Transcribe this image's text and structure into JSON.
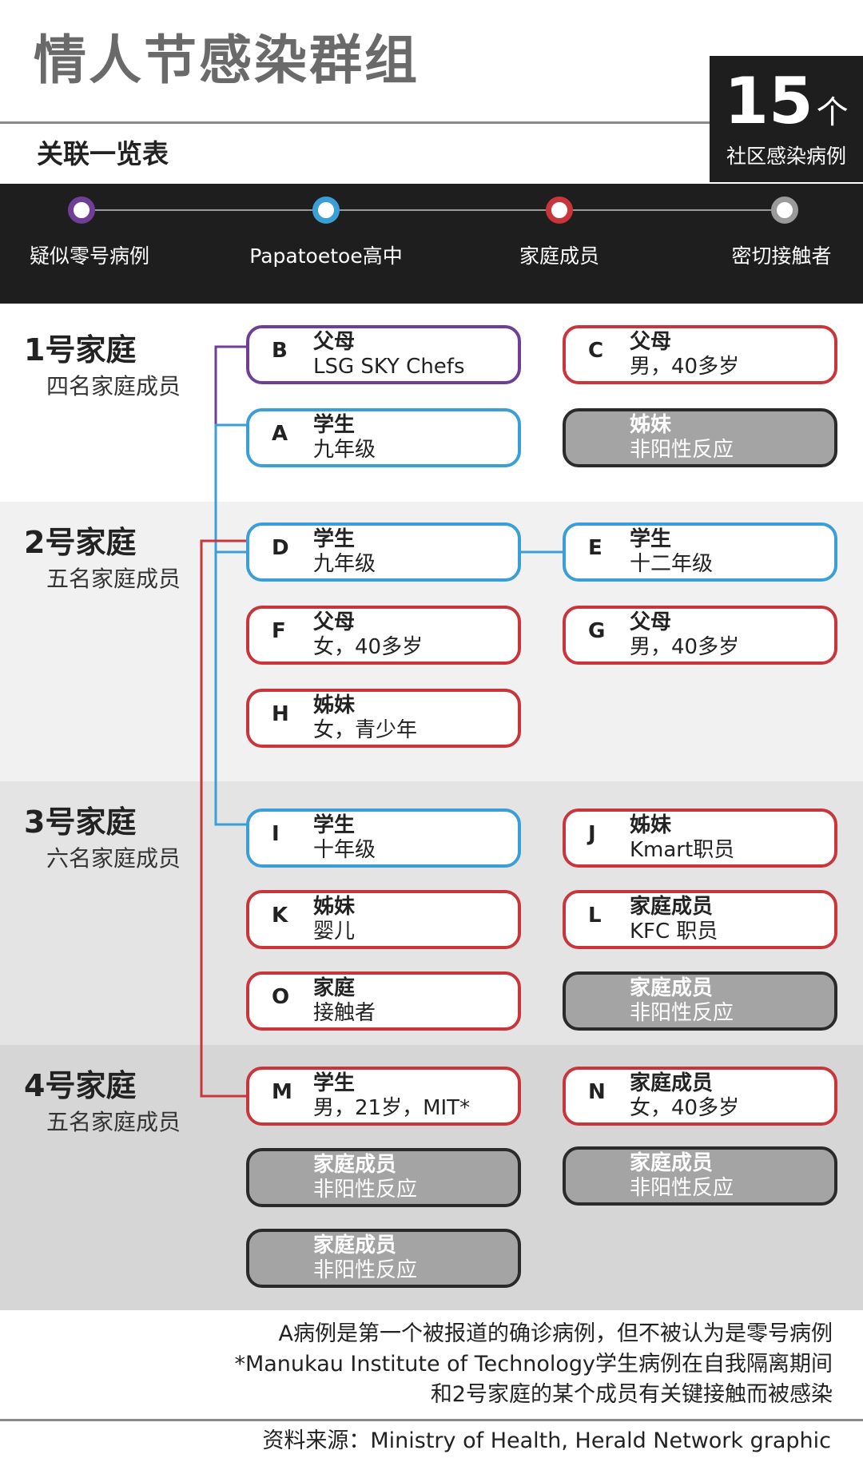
{
  "header": {
    "title": "情人节感染群组",
    "subtitle": "关联一览表",
    "count": "15",
    "count_unit": "个",
    "count_label": "社区感染病例"
  },
  "legend": [
    {
      "label": "疑似零号病例",
      "color": "#6f3f98"
    },
    {
      "label": "Papatoetoe高中",
      "color": "#3a9fd6"
    },
    {
      "label": "家庭成员",
      "color": "#c8353a"
    },
    {
      "label": "密切接触者",
      "color": "#9a9a9a"
    }
  ],
  "families": [
    {
      "title": "1号家庭",
      "subtitle": "四名家庭成员"
    },
    {
      "title": "2号家庭",
      "subtitle": "五名家庭成员"
    },
    {
      "title": "3号家庭",
      "subtitle": "六名家庭成员"
    },
    {
      "title": "4号家庭",
      "subtitle": "五名家庭成员"
    }
  ],
  "cards": {
    "B": {
      "letter": "B",
      "role": "父母",
      "detail": "LSG SKY Chefs",
      "color": "purple"
    },
    "C": {
      "letter": "C",
      "role": "父母",
      "detail": "男，40多岁",
      "color": "red"
    },
    "A": {
      "letter": "A",
      "role": "学生",
      "detail": "九年级",
      "color": "blue"
    },
    "g1": {
      "letter": "",
      "role": "姊妹",
      "detail": "非阳性反应",
      "color": "grey"
    },
    "D": {
      "letter": "D",
      "role": "学生",
      "detail": "九年级",
      "color": "blue"
    },
    "E": {
      "letter": "E",
      "role": "学生",
      "detail": "十二年级",
      "color": "blue"
    },
    "F": {
      "letter": "F",
      "role": "父母",
      "detail": "女，40多岁",
      "color": "red"
    },
    "G": {
      "letter": "G",
      "role": "父母",
      "detail": "男，40多岁",
      "color": "red"
    },
    "H": {
      "letter": "H",
      "role": "姊妹",
      "detail": "女，青少年",
      "color": "red"
    },
    "I": {
      "letter": "I",
      "role": "学生",
      "detail": "十年级",
      "color": "blue"
    },
    "J": {
      "letter": "J",
      "role": "姊妹",
      "detail": "Kmart职员",
      "color": "red"
    },
    "K": {
      "letter": "K",
      "role": "姊妹",
      "detail": "婴儿",
      "color": "red"
    },
    "L": {
      "letter": "L",
      "role": "家庭成员",
      "detail": "KFC 职员",
      "color": "red"
    },
    "O": {
      "letter": "O",
      "role": "家庭",
      "detail": "接触者",
      "color": "red"
    },
    "g2": {
      "letter": "",
      "role": "家庭成员",
      "detail": "非阳性反应",
      "color": "grey"
    },
    "M": {
      "letter": "M",
      "role": "学生",
      "detail": "男，21岁，MIT*",
      "color": "red"
    },
    "N": {
      "letter": "N",
      "role": "家庭成员",
      "detail": "女，40多岁",
      "color": "red"
    },
    "g3": {
      "letter": "",
      "role": "家庭成员",
      "detail": "非阳性反应",
      "color": "grey"
    },
    "g4": {
      "letter": "",
      "role": "家庭成员",
      "detail": "非阳性反应",
      "color": "grey"
    },
    "g5": {
      "letter": "",
      "role": "家庭成员",
      "detail": "非阳性反应",
      "color": "grey"
    }
  },
  "notes": {
    "line1": "A病例是第一个被报道的确诊病例，但不被认为是零号病例",
    "line2": "*Manukau Institute of Technology学生病例在自我隔离期间",
    "line3": "和2号家庭的某个成员有关键接触而被感染",
    "source": "资料来源：Ministry of Health, Herald Network graphic"
  },
  "colors": {
    "purple": "#6f3f98",
    "blue": "#3a9fd6",
    "red": "#c8353a",
    "grey": "#9a9a9a",
    "dark": "#1e1e1e"
  }
}
